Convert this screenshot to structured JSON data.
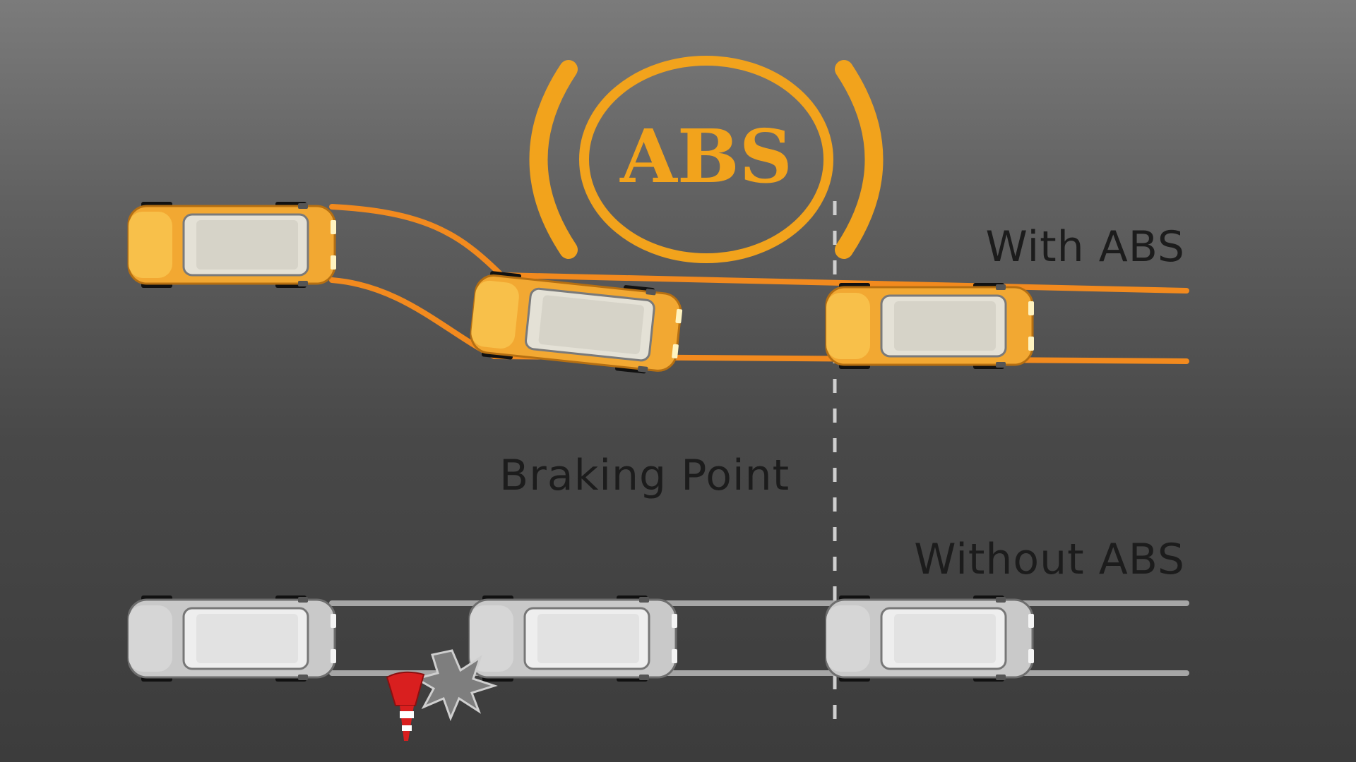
{
  "diagram": {
    "abs_symbol_text": "ABS",
    "with_abs_label": "With ABS",
    "without_abs_label": "Without ABS",
    "braking_point_label": "Braking Point",
    "colors": {
      "abs_symbol": "#f2a31c",
      "with_abs_track": "#f28a1e",
      "without_abs_track": "#a6a6a6",
      "car_orange_body": "#f2a832",
      "car_gray_body": "#c9c9c9",
      "cone_red": "#d91f1f"
    },
    "cars": {
      "with_abs": [
        "start",
        "evading",
        "stopped"
      ],
      "without_abs": [
        "start",
        "collision",
        "stopped"
      ]
    },
    "obstacle": "traffic-cone"
  }
}
